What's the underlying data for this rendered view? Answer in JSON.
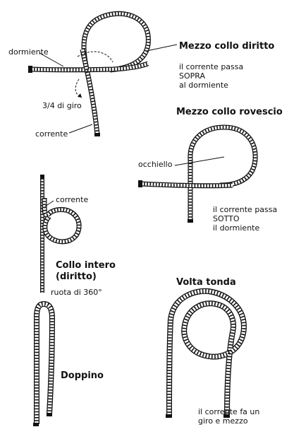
{
  "figures": {
    "mezzo_collo_diritto": {
      "title": "Mezzo collo diritto",
      "labels": {
        "dormiente": "dormiente",
        "giro": "3/4 di giro",
        "corrente": "corrente"
      },
      "note": [
        "il corrente passa",
        "SOPRA",
        "al dormiente"
      ]
    },
    "mezzo_collo_rovescio": {
      "title": "Mezzo collo rovescio",
      "labels": {
        "occhiello": "occhiello"
      },
      "note": [
        "il corrente passa",
        "SOTTO",
        "il dormiente"
      ]
    },
    "collo_intero": {
      "title": [
        "Collo intero",
        "(diritto)"
      ],
      "labels": {
        "corrente": "corrente"
      },
      "note": "ruota di 360°"
    },
    "doppino": {
      "title": "Doppino"
    },
    "volta_tonda": {
      "title": "Volta tonda",
      "note": [
        "il corrente fa un",
        "giro e mezzo"
      ]
    }
  },
  "colors": {
    "rope_edge": "#111111",
    "rope_fill": "#ffffff"
  }
}
